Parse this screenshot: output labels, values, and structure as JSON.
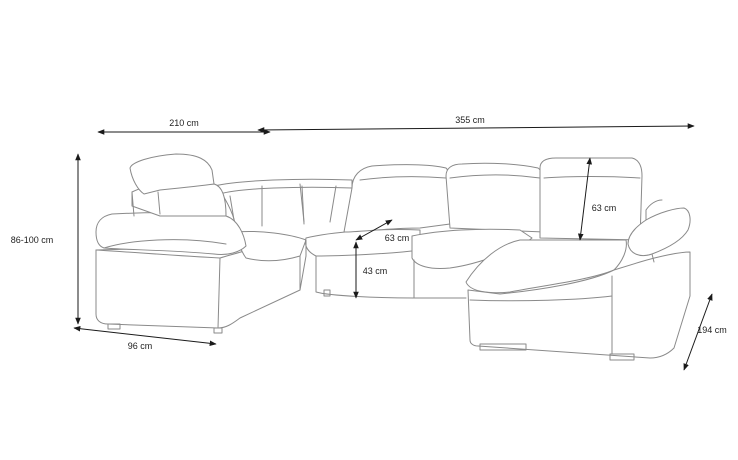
{
  "dimensions": {
    "width_left": "210 cm",
    "width_right": "355 cm",
    "height_total": "86-100 cm",
    "depth_left": "96 cm",
    "depth_right": "194 cm",
    "seat_depth": "63 cm",
    "seat_height": "43 cm",
    "headrest_height": "63 cm"
  },
  "colors": {
    "outline": "#8a8a8a",
    "dimension_line": "#1a1a1a",
    "background": "#ffffff"
  }
}
